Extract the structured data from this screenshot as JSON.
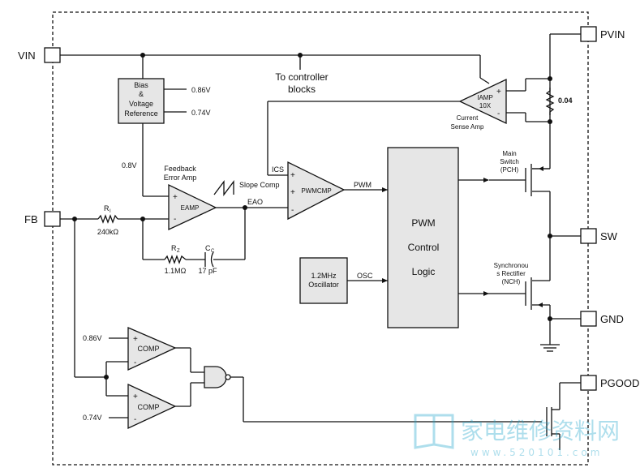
{
  "pins": {
    "vin": "VIN",
    "pvin": "PVIN",
    "fb": "FB",
    "sw": "SW",
    "gnd": "GND",
    "pgood": "PGOOD"
  },
  "bias": {
    "line1": "Bias",
    "line2": "&",
    "line3": "Voltage",
    "line4": "Reference",
    "out_high": "0.86V",
    "out_low": "0.74V",
    "vref": "0.8V"
  },
  "controller_note": {
    "line1": "To controller",
    "line2": "blocks"
  },
  "iamp": {
    "name": "IAMP",
    "gain": "10X",
    "plus": "+",
    "minus": "-",
    "cap1": "Current",
    "cap2": "Sense Amp"
  },
  "sense_resistor": "0.04",
  "eamp": {
    "name": "EAMP",
    "cap1": "Feedback",
    "cap2": "Error Amp",
    "plus": "+",
    "minus": "-"
  },
  "pwmcmp": {
    "name": "PWMCMP",
    "plus": "+",
    "minus": "-"
  },
  "signals": {
    "ics": "ICS",
    "slope": "Slope Comp",
    "eao": "EAO",
    "pwm": "PWM",
    "osc": "OSC"
  },
  "pwm_logic": {
    "line1": "PWM",
    "line2": "Control",
    "line3": "Logic"
  },
  "main_switch": {
    "line1": "Main",
    "line2": "Switch",
    "line3": "(PCH)"
  },
  "sync_rect": {
    "line1": "Synchronou",
    "line2": "s Rectifier",
    "line3": "(NCH)"
  },
  "r1": {
    "name": "R",
    "sub": "I",
    "value": "240kΩ"
  },
  "rz": {
    "name": "R",
    "sub": "Z",
    "value": "1.1MΩ"
  },
  "cc": {
    "name": "C",
    "sub": "C",
    "value": "17 pF"
  },
  "oscillator": {
    "line1": "1.2MHz",
    "line2": "Oscillator"
  },
  "comp1": {
    "name": "COMP",
    "ref": "0.86V",
    "plus": "+",
    "minus": "-"
  },
  "comp2": {
    "name": "COMP",
    "ref": "0.74V",
    "plus": "+",
    "minus": "-"
  },
  "watermark": {
    "text": "家电维修资料网",
    "sub": "www.520101.com"
  }
}
